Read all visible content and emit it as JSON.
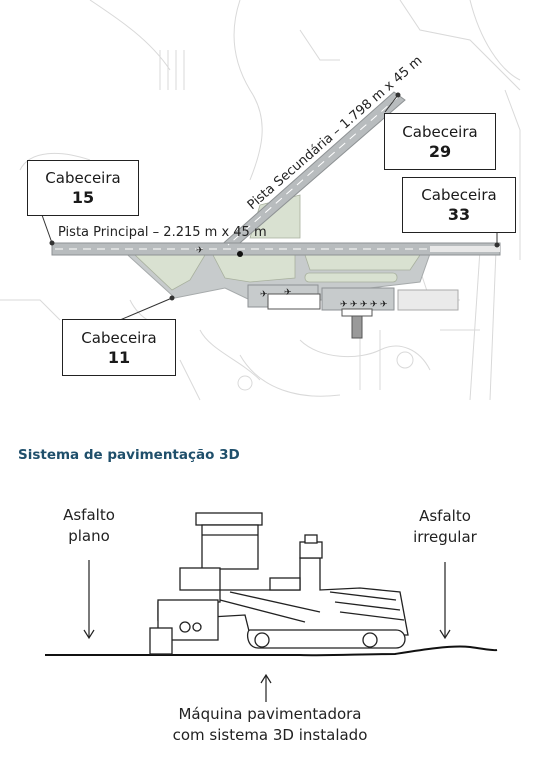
{
  "map": {
    "runway_main_label": "Pista Principal  – 2.215 m x 45 m",
    "runway_secondary_label": "Pista Secundária – 1.798 m x 45 m",
    "thresholds": [
      {
        "title": "Cabeceira",
        "number": "15"
      },
      {
        "title": "Cabeceira",
        "number": "29"
      },
      {
        "title": "Cabeceira",
        "number": "33"
      },
      {
        "title": "Cabeceira",
        "number": "11"
      }
    ]
  },
  "section": {
    "title": "Sistema de pavimentação 3D"
  },
  "paver": {
    "left_label_line1": "Asfalto",
    "left_label_line2": "plano",
    "right_label_line1": "Asfalto",
    "right_label_line2": "irregular",
    "bottom_label_line1": "Máquina pavimentadora",
    "bottom_label_line2": "com sistema 3D instalado"
  }
}
